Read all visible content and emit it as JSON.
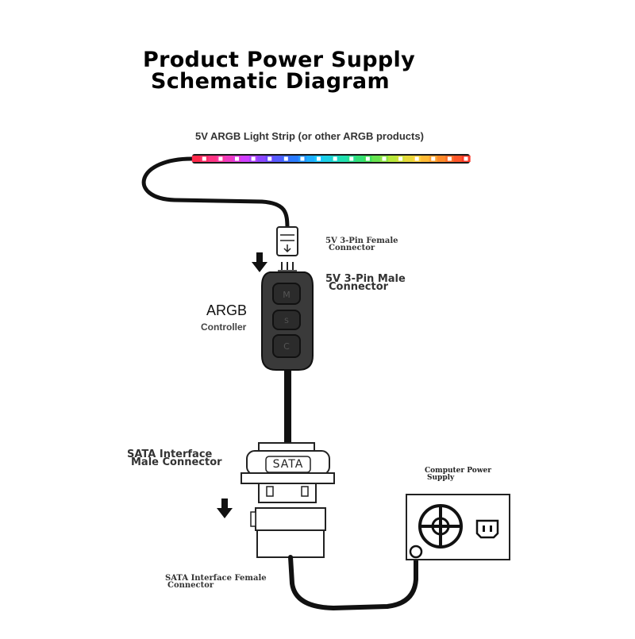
{
  "title": {
    "line1": "Product Power Supply",
    "line2": "Schematic Diagram"
  },
  "labels": {
    "light_strip": "5V ARGB Light Strip (or other ARGB products)",
    "female_3pin_line1": "5V 3-Pin Female",
    "female_3pin_line2": "Connector",
    "male_3pin_line1": "5V 3-Pin Male",
    "male_3pin_line2": "Connector",
    "argb": "ARGB",
    "controller": "Controller",
    "sata_male_line1": "SATA Interface",
    "sata_male_line2": "Male Connector",
    "sata_text": "SATA",
    "power_supply_line1": "Computer Power",
    "power_supply_line2": "Supply",
    "sata_female_line1": "SATA Interface Female",
    "sata_female_line2": "Connector"
  },
  "colors": {
    "cable": "#111111",
    "controller_body": "#3a3a3a",
    "outline": "#222222",
    "led_spectrum": [
      "#ff2a4a",
      "#ff3aa0",
      "#d040ff",
      "#6a4cff",
      "#2a7bff",
      "#19c8ff",
      "#21e0b0",
      "#3ee05a",
      "#b8e83a",
      "#ffd23a",
      "#ff8a2a",
      "#ff3a2a"
    ]
  },
  "icons": {
    "arrow": "down-arrow-icon",
    "power_dial": "power-socket-dial-icon",
    "iec_socket": "iec-power-socket-icon"
  }
}
